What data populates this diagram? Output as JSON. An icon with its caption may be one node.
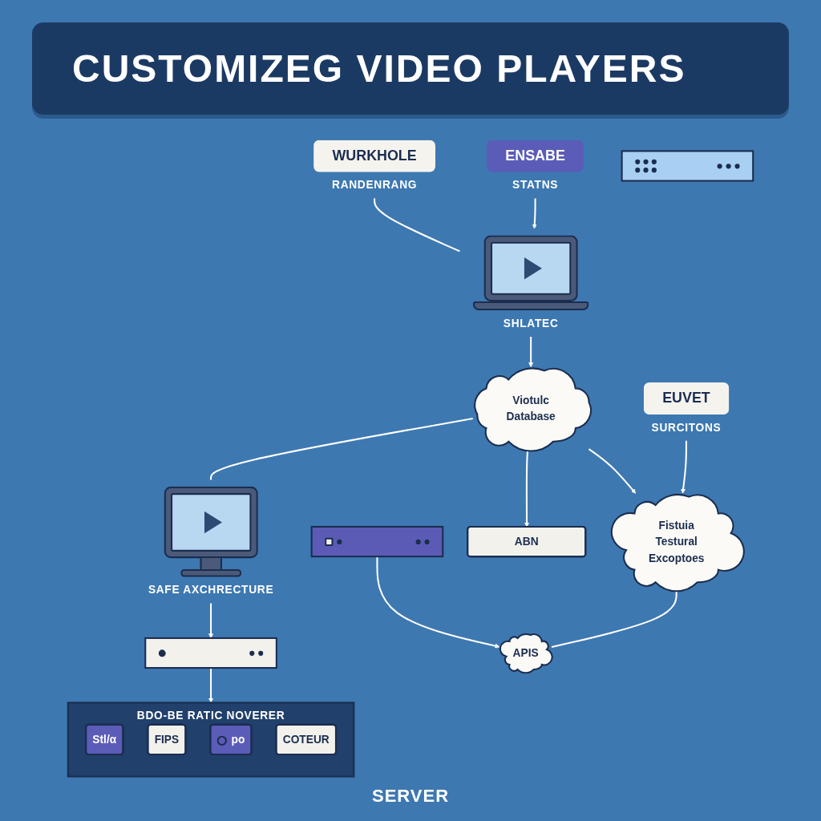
{
  "diagram": {
    "title": "CUSTOMIZEG VIDEO PLAYERS",
    "nodes": [
      {
        "text": [
          "ENSABE"
        ],
        "beside": [
          "STATNS"
        ]
      },
      {
        "text": [
          "WURKHOLE"
        ],
        "beside": [
          "RANDENRANG"
        ]
      },
      {
        "text": [
          "EUVET"
        ],
        "beside": [
          "SURCITONS"
        ]
      },
      {
        "text": [],
        "shape": "picture",
        "beside": [
          "SHLATEC"
        ]
      },
      {
        "text": [
          "Viotulc Database"
        ]
      },
      {
        "text": [
          "Fistuia Testural Excoptoes"
        ]
      },
      {
        "text": [],
        "shape": "picture",
        "beside": [
          "SAFE AXCHRECTURE"
        ]
      },
      {
        "text": [
          "ABN"
        ]
      },
      {
        "text": [],
        "shape": "box"
      },
      {
        "text": [],
        "shape": "box"
      },
      {
        "text": [],
        "shape": "box"
      },
      {
        "text": [
          "APIS"
        ]
      },
      {
        "text": [],
        "shape": "box",
        "beside": [
          "BDO-BE RATIC NOVERER"
        ]
      },
      {
        "text": [
          "Stl/α"
        ],
        "in": 12
      },
      {
        "text": [
          "FIPS"
        ],
        "in": 12
      },
      {
        "text": [
          "po"
        ],
        "in": 12
      },
      {
        "text": [
          "COTEUR"
        ],
        "in": 12
      }
    ],
    "edges": [
      {
        "from": 0,
        "to": 3,
        "arrow": "to"
      },
      {
        "from": 1,
        "to": 3,
        "arrow": "none"
      },
      {
        "from": 2,
        "to": 5,
        "arrow": "to"
      },
      {
        "from": 3,
        "to": 4,
        "arrow": "to"
      },
      {
        "from": 4,
        "to": 5,
        "arrow": "to"
      },
      {
        "from": 4,
        "to": 7,
        "arrow": "to"
      },
      {
        "from": 4,
        "to": 6,
        "arrow": "none"
      },
      {
        "from": 5,
        "to": 11,
        "arrow": "none"
      },
      {
        "from": 8,
        "to": 11,
        "arrow": "to"
      },
      {
        "from": 6,
        "to": 9,
        "arrow": "to"
      },
      {
        "from": 9,
        "to": 12,
        "arrow": "to"
      }
    ],
    "labels": [
      "SERVER"
    ]
  }
}
